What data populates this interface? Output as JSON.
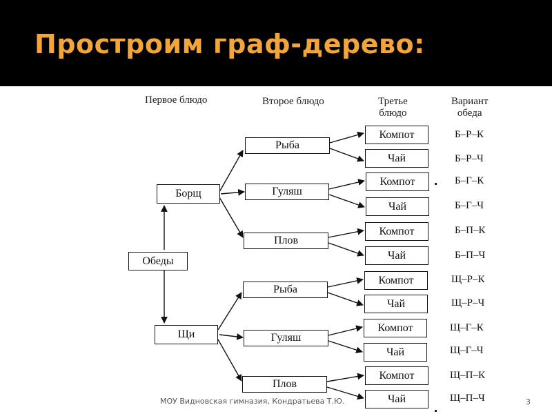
{
  "slide": {
    "title": "Простроим граф-дерево:",
    "footer": "МОУ Видновская гимназия, Кондратьева Т.Ю.",
    "page_number": "3"
  },
  "headers": {
    "first": "Первое блюдо",
    "second": "Второе блюдо",
    "third_line1": "Третье",
    "third_line2": "блюдо",
    "variant_line1": "Вариант",
    "variant_line2": "обеда"
  },
  "tree": {
    "root": "Обеды",
    "first": [
      "Борщ",
      "Щи"
    ],
    "second": [
      "Рыба",
      "Гуляш",
      "Плов",
      "Рыба",
      "Гуляш",
      "Плов"
    ],
    "third": [
      "Компот",
      "Чай",
      "Компот",
      "Чай",
      "Компот",
      "Чай",
      "Компот",
      "Чай",
      "Компот",
      "Чай",
      "Компот",
      "Чай"
    ],
    "variants": [
      "Б–Р–К",
      "Б–Р–Ч",
      "Б–Г–К",
      "Б–Г–Ч",
      "Б–П–К",
      "Б–П–Ч",
      "Щ–Р–К",
      "Щ–Р–Ч",
      "Щ–Г–К",
      "Щ–Г–Ч",
      "Щ–П–К",
      "Щ–П–Ч"
    ]
  },
  "colors": {
    "title": "#f2a53a",
    "header_bg": "#000000"
  }
}
